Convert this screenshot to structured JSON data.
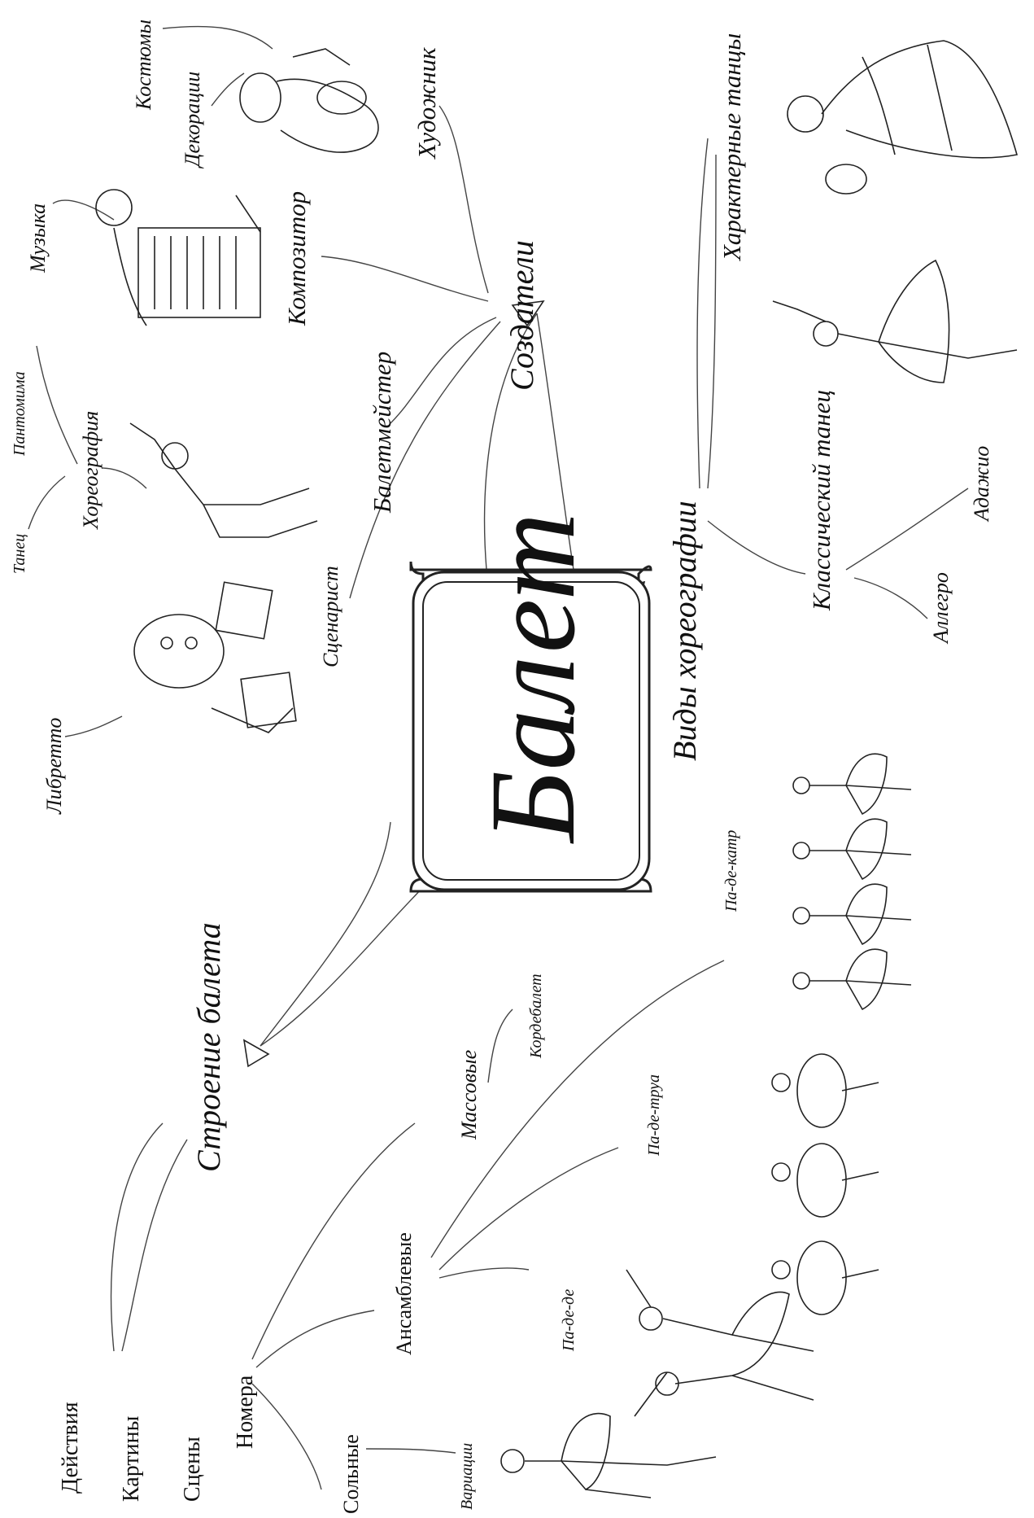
{
  "title": "Балет",
  "branches": {
    "creators": "Создатели",
    "types": "Виды хореографии",
    "structure": "Строение балета"
  },
  "creators": {
    "artist": "Художник",
    "costumes": "Костюмы",
    "decorations": "Декорации",
    "composer": "Композитор",
    "music": "Музыка",
    "choreographer": "Балетмейстер",
    "choreography": "Хореография",
    "pantomime": "Пантомима",
    "dance": "Танец",
    "screenwriter": "Сценарист",
    "libretto": "Либретто"
  },
  "types": {
    "character": "Характерные танцы",
    "classical": "Классический танец",
    "adagio": "Адажио",
    "allegro": "Аллегро"
  },
  "structure": {
    "acts": "Действия",
    "paintings": "Картины",
    "scenes": "Сцены",
    "numbers": "Номера",
    "solo": "Сольные",
    "variations": "Вариации",
    "ensemble": "Ансамблевые",
    "pas_de_deux": "Па-де-де",
    "pas_de_trois": "Па-де-труа",
    "pas_de_quatre": "Па-де-катр",
    "mass": "Массовые",
    "corps": "Кордебалет"
  }
}
